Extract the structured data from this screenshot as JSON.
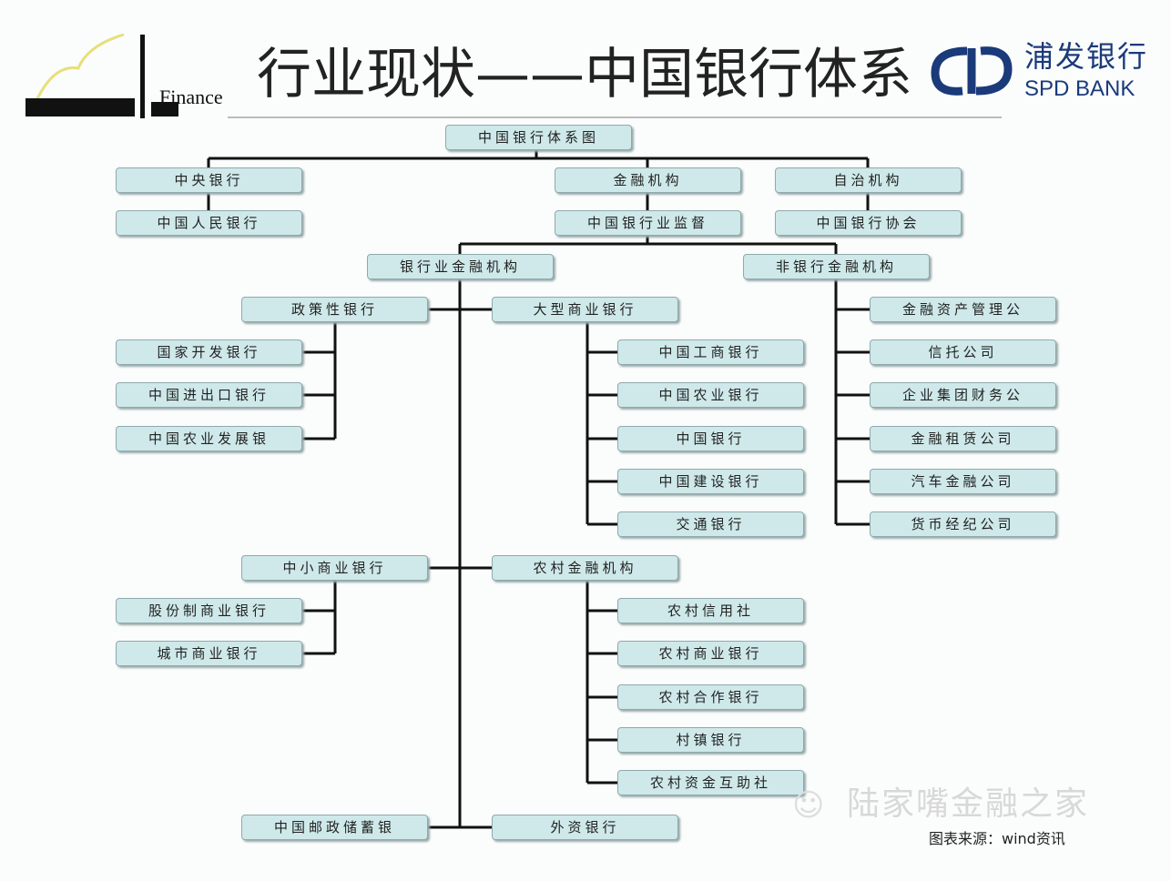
{
  "header": {
    "title": "行业现状——中国银行体系",
    "logo_text": "Finance",
    "bank_name_cn": "浦发银行",
    "bank_name_en": "SPD BANK"
  },
  "boxes": {
    "root": "中国银行体系图",
    "central_bank": "中央银行",
    "pboc": "中国人民银行",
    "financial_institutions": "金融机构",
    "cbrc": "中国银行业监督",
    "self_regulatory": "自治机构",
    "cba": "中国银行协会",
    "banking_fi": "银行业金融机构",
    "non_bank_fi": "非银行金融机构",
    "policy_banks": "政策性银行",
    "large_commercial": "大型商业银行",
    "policy": [
      "国家开发银行",
      "中国进出口银行",
      "中国农业发展银"
    ],
    "large": [
      "中国工商银行",
      "中国农业银行",
      "中国银行",
      "中国建设银行",
      "交通银行"
    ],
    "nonbank": [
      "金融资产管理公",
      "信托公司",
      "企业集团财务公",
      "金融租赁公司",
      "汽车金融公司",
      "货币经纪公司"
    ],
    "sme_banks": "中小商业银行",
    "rural_fi": "农村金融机构",
    "sme": [
      "股份制商业银行",
      "城市商业银行"
    ],
    "rural": [
      "农村信用社",
      "农村商业银行",
      "农村合作银行",
      "村镇银行",
      "农村资金互助社"
    ],
    "postal": "中国邮政储蓄银",
    "foreign": "外资银行"
  },
  "footer": {
    "watermark": "陆家嘴金融之家",
    "source": "图表来源：wind资讯"
  }
}
